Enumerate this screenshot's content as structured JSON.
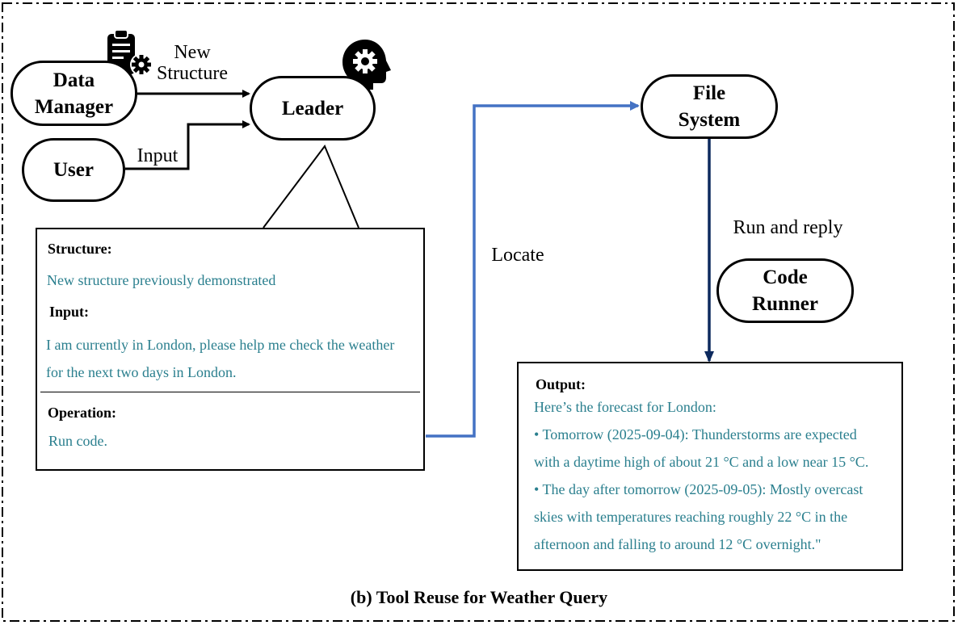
{
  "nodes": {
    "data_manager": "Data\nManager",
    "user": "User",
    "leader": "Leader",
    "file_system": "File\nSystem",
    "code_runner": "Code\nRunner"
  },
  "edges": {
    "new_structure": "New\nStructure",
    "input": "Input",
    "locate": "Locate",
    "run_and_reply": "Run and reply"
  },
  "leader_box": {
    "structure_label": "Structure:",
    "structure_text": "New structure previously demonstrated",
    "input_label": "Input:",
    "input_line1": "I am currently in London, please help me check the weather",
    "input_line2": "for the next two days in London.",
    "operation_label": "Operation:",
    "operation_text": "Run code."
  },
  "output_box": {
    "label": "Output:",
    "line1": "Here’s the forecast for London:",
    "line2": "• Tomorrow (2025-09-04): Thunderstorms are expected",
    "line3": "with a daytime high of about 21 °C and a low near 15 °C.",
    "line4": "• The day after tomorrow (2025-09-05): Mostly overcast",
    "line5": "skies with temperatures reaching roughly 22 °C in the",
    "line6": "afternoon and falling to around 12 °C overnight.\""
  },
  "caption": "(b) Tool Reuse for Weather Query",
  "colors": {
    "teal_text": "#2a7f8e",
    "blue_arrow": "#4472c4",
    "navy_arrow": "#0d2a5e"
  },
  "icons": [
    "clipboard-gear-icon",
    "head-gear-icon"
  ]
}
